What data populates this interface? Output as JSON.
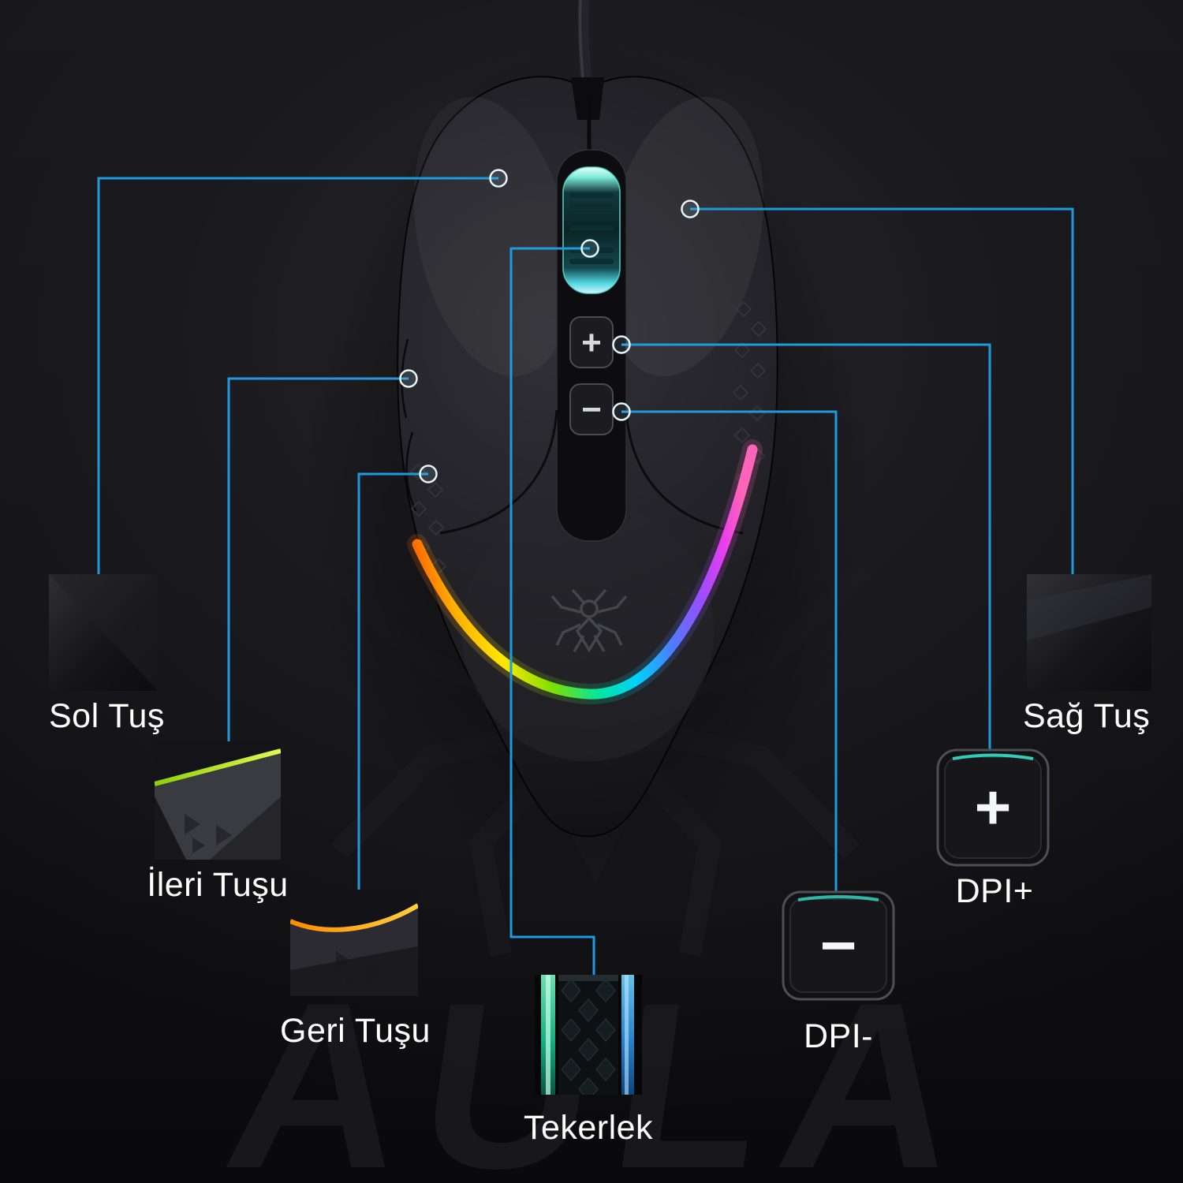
{
  "callouts": {
    "left_button": {
      "label": "Sol Tuş"
    },
    "right_button": {
      "label": "Sağ Tuş"
    },
    "forward_button": {
      "label": "İleri Tuşu"
    },
    "back_button": {
      "label": "Geri Tuşu"
    },
    "wheel": {
      "label": "Tekerlek"
    },
    "dpi_plus": {
      "label": "DPI+",
      "symbol": "+"
    },
    "dpi_minus": {
      "label": "DPI-",
      "symbol": "−"
    }
  },
  "watermark": {
    "brand": "AULA"
  },
  "colors": {
    "callout_line": "#1f9ade",
    "label_text": "#ffffff",
    "wheel_glow": "#3ae0cd",
    "forward_accent": "#cbe93a",
    "back_accent": "#ffa200",
    "wheel_thumb_left": "#2de8a8",
    "wheel_thumb_right": "#2196e8",
    "rgb_stripe": [
      "#ff5000",
      "#ffae00",
      "#ffe800",
      "#7ee000",
      "#00e6a0",
      "#00cfff",
      "#4f7bff",
      "#9b4dff",
      "#e93df0",
      "#ff64b8"
    ]
  }
}
